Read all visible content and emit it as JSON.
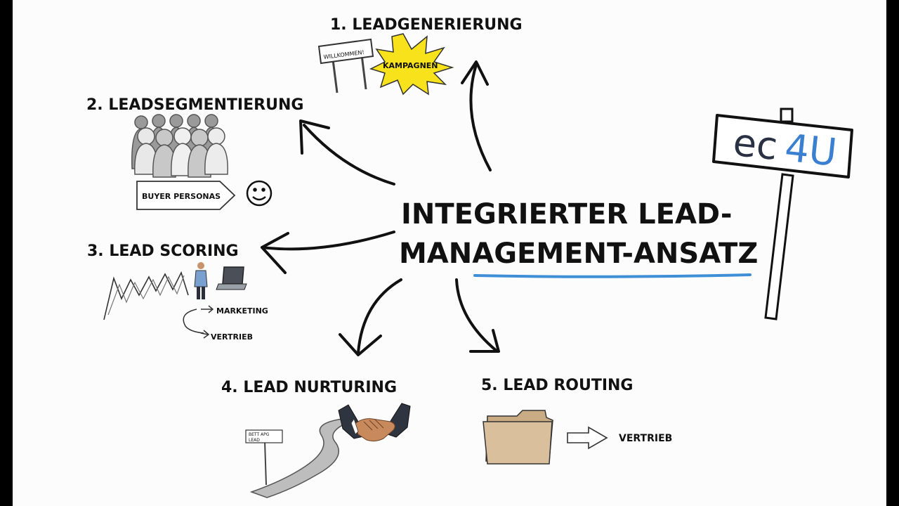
{
  "center_title": {
    "line1": "INTEGRIERTER LEAD-",
    "line2": "MANAGEMENT-ANSATZ"
  },
  "logo": {
    "text_left": "ec",
    "text_right": "4U",
    "accent_color": "#3a7fd0"
  },
  "steps": [
    {
      "label": "1. LEADGENERIERUNG",
      "sign": "WILLKOMMEN!",
      "burst": "KAMPAGNEN"
    },
    {
      "label": "2. LEADSEGMENTIERUNG",
      "tag": "BUYER PERSONAS"
    },
    {
      "label": "3. LEAD SCORING",
      "to_marketing": "MARKETING",
      "to_sales": "VERTRIEB"
    },
    {
      "label": "4. LEAD NURTURING",
      "sign_line1": "BETT APG",
      "sign_line2": "LEAD"
    },
    {
      "label": "5. LEAD ROUTING",
      "target": "VERTRIEB"
    }
  ],
  "colors": {
    "burst": "#f7e21b",
    "folder": "#d9bf9c",
    "underline": "#3f8fd6"
  }
}
